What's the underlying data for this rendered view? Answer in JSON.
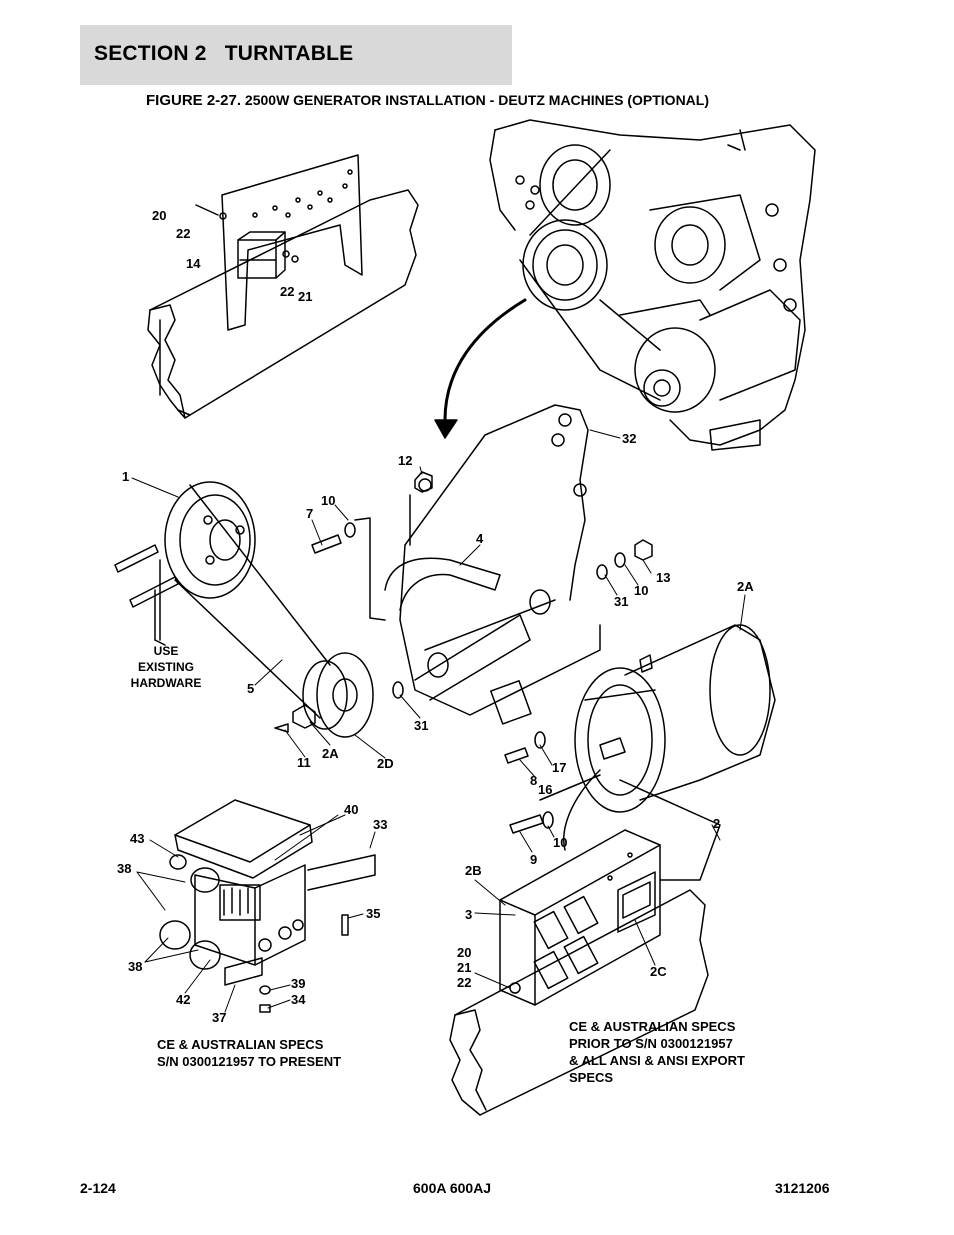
{
  "header": {
    "section": "SECTION 2",
    "title": "TURNTABLE"
  },
  "figure": {
    "number": "FIGURE 2-27.",
    "caption": "2500W GENERATOR INSTALLATION - DEUTZ MACHINES (OPTIONAL)"
  },
  "callouts": {
    "c20_top": "20",
    "c22_top": "22",
    "c14": "14",
    "c22_mid": "22",
    "c21_mid": "21",
    "c1": "1",
    "c12": "12",
    "c32": "32",
    "c10_a": "10",
    "c7": "7",
    "c4": "4",
    "c13": "13",
    "c10_b": "10",
    "c31_a": "31",
    "c2A_right": "2A",
    "c5": "5",
    "c31_b": "31",
    "c11": "11",
    "c2A_low": "2A",
    "c2D": "2D",
    "c17": "17",
    "c8": "8",
    "c16": "16",
    "c10_c": "10",
    "c9": "9",
    "c2": "2",
    "c40": "40",
    "c43": "43",
    "c33": "33",
    "c38_a": "38",
    "c35": "35",
    "c38_b": "38",
    "c42": "42",
    "c39": "39",
    "c34": "34",
    "c37": "37",
    "c2B": "2B",
    "c3": "3",
    "c20_low": "20",
    "c21_low": "21",
    "c22_low": "22",
    "c2C": "2C"
  },
  "notes": {
    "use_existing_1": "USE",
    "use_existing_2": "EXISTING",
    "use_existing_3": "HARDWARE",
    "ce_present_1": "CE & AUSTRALIAN SPECS",
    "ce_present_2": "S/N 0300121957 TO PRESENT",
    "ce_prior_1": "CE & AUSTRALIAN SPECS",
    "ce_prior_2": "PRIOR TO S/N 0300121957",
    "ce_prior_3": "& ALL ANSI & ANSI EXPORT",
    "ce_prior_4": "SPECS"
  },
  "footer": {
    "page": "2-124",
    "model": "600A 600AJ",
    "doc_number": "3121206"
  }
}
